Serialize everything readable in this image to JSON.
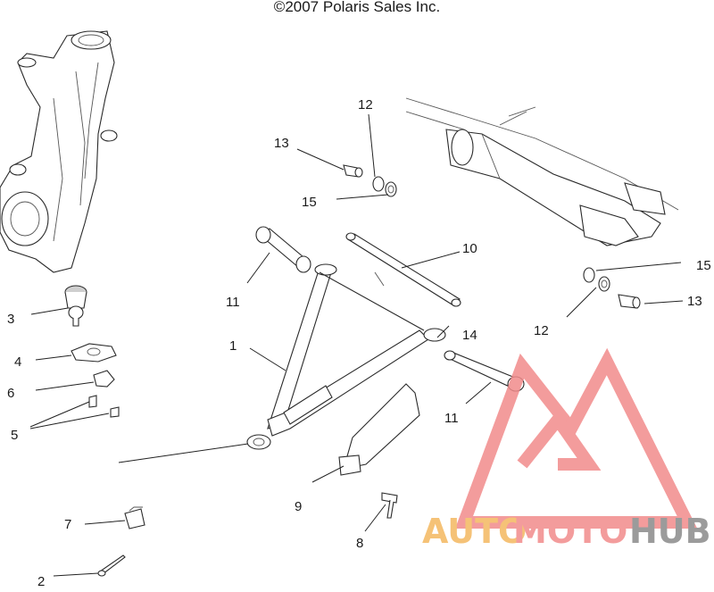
{
  "header": {
    "copyright": "©2007 Polaris Sales Inc."
  },
  "callouts": {
    "c1": "1",
    "c2": "2",
    "c3": "3",
    "c4": "4",
    "c5": "5",
    "c6": "6",
    "c7": "7",
    "c8": "8",
    "c9": "9",
    "c10": "10",
    "c11a": "11",
    "c11b": "11",
    "c12a": "12",
    "c12b": "12",
    "c13a": "13",
    "c13b": "13",
    "c14": "14",
    "c15a": "15",
    "c15b": "15"
  },
  "watermark": {
    "text_auto": "AUTO",
    "text_moto": "MOTO",
    "text_hub": "HUB",
    "color_logo": "#f28b8b",
    "color_auto": "#f4b860",
    "color_moto": "#f28b8b",
    "color_hub": "#8a8a8a"
  }
}
